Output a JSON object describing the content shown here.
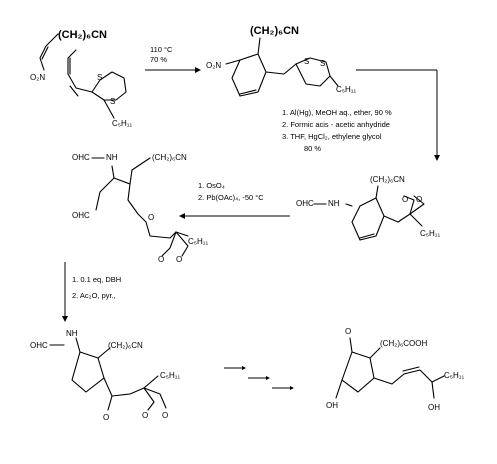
{
  "step1": {
    "conditions": [
      "110 °C",
      "70 %"
    ],
    "chain_label": "(CH₂)₆CN"
  },
  "step2": {
    "conditions": [
      "1. Al(Hg), MeOH aq., ether, 90 %",
      "2. Formic acis - acetic anhydride",
      "3. THF, HgCl₂, ethylene glycol",
      "80 %"
    ]
  },
  "step3": {
    "conditions": [
      "1. OsO₄",
      "2. Pb(OAc)₄, -50 °C"
    ]
  },
  "step4": {
    "conditions": [
      "1. 0.1 eq, DBH",
      "2. Ac₂O, pyr.,"
    ]
  },
  "labels": {
    "ch2_6cn": "(CH₂)₆CN",
    "no2": "O₂N",
    "c5h11": "C₅H₁₁",
    "s": "S",
    "ohc": "OHC",
    "nh": "NH",
    "o": "O",
    "oh": "OH",
    "cooh_chain": "(CH₂)₆COOH",
    "c4h9": "C₅H₁₁"
  }
}
